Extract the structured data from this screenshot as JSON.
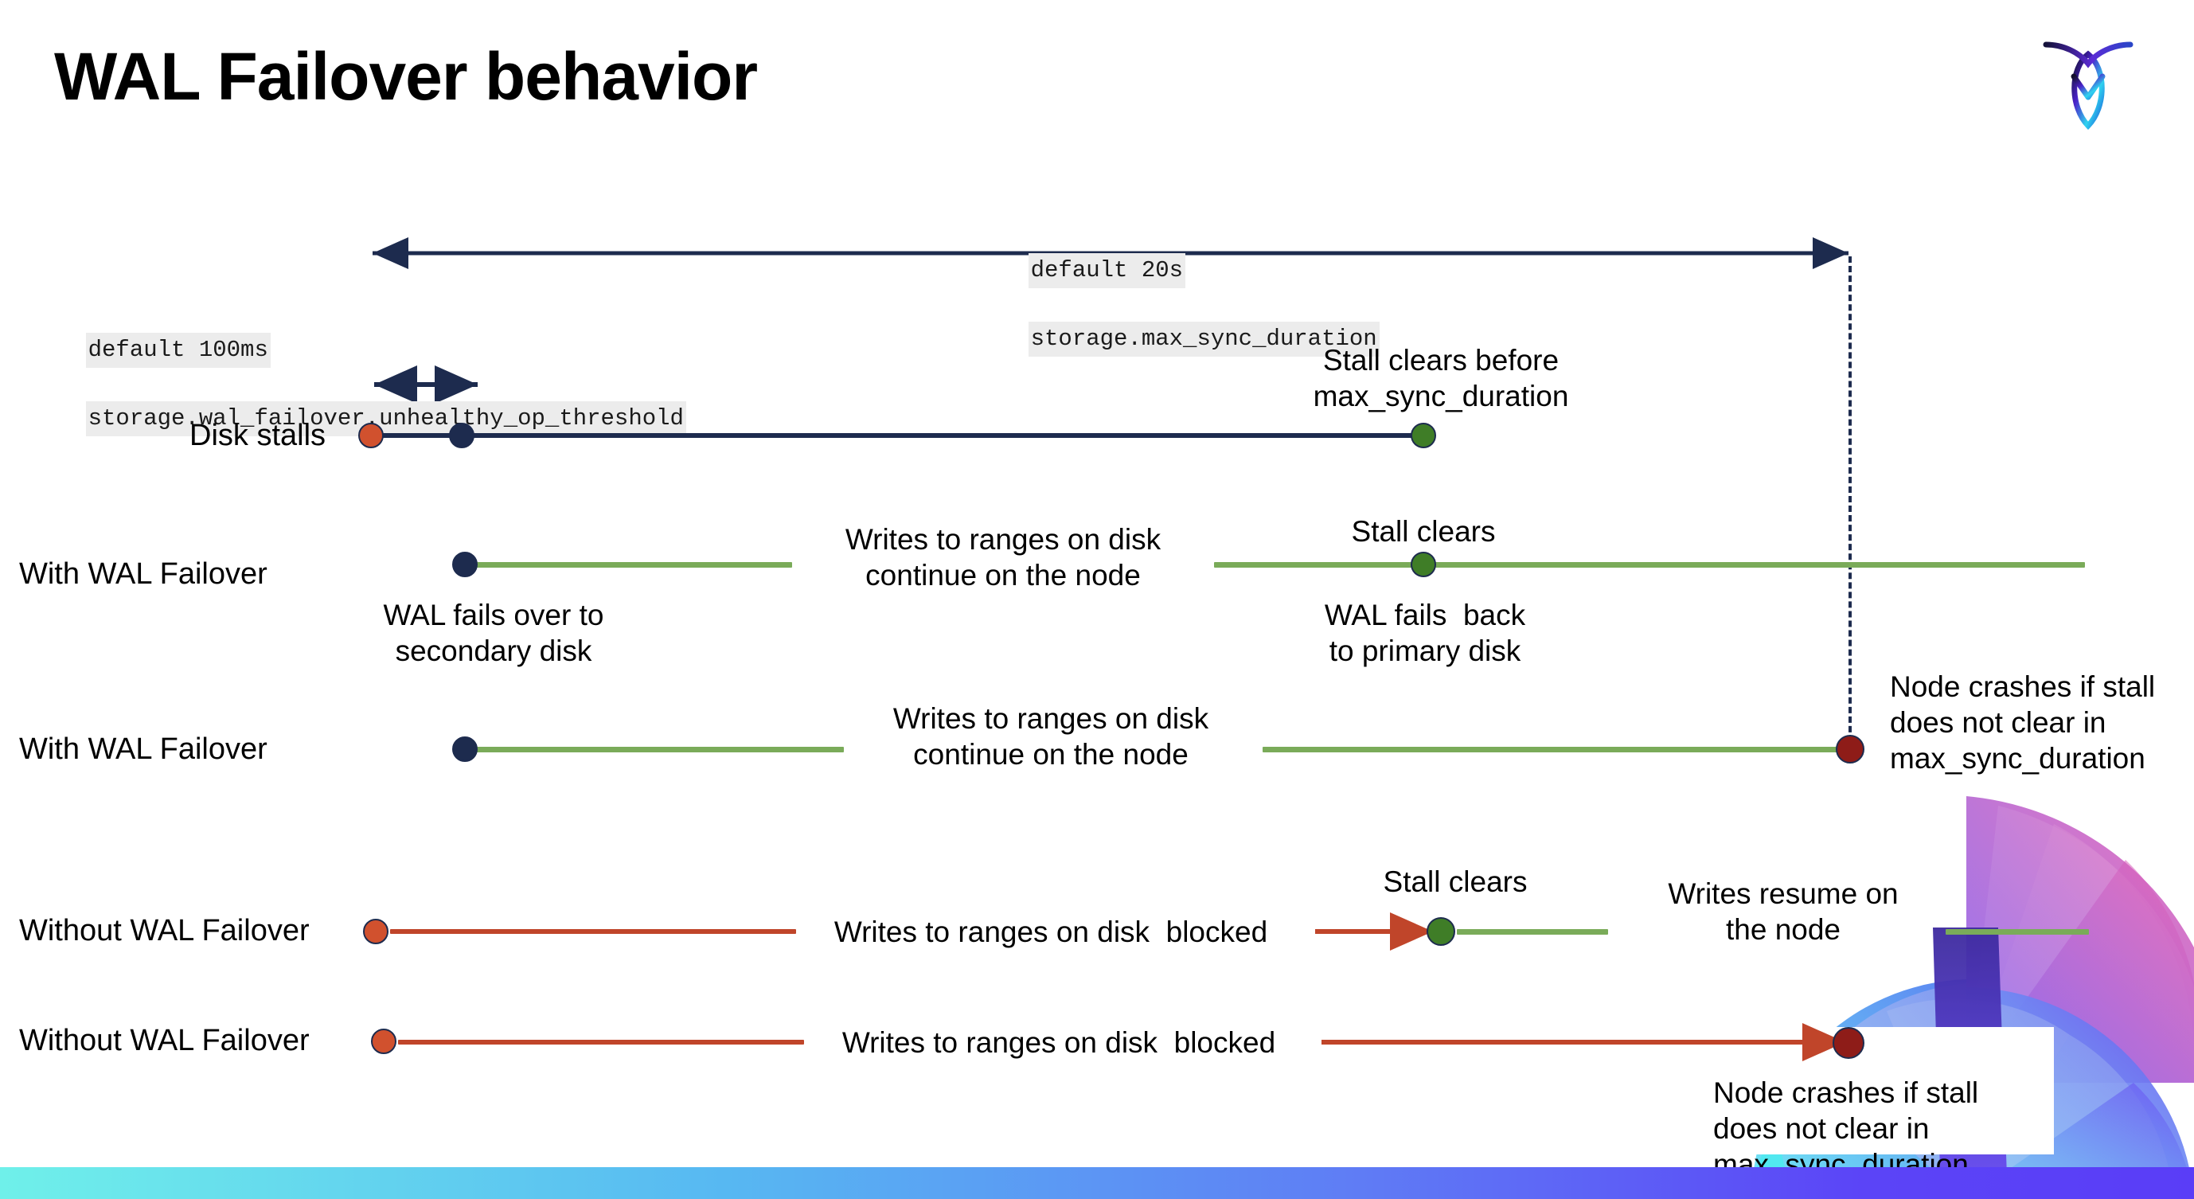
{
  "slide": {
    "title": "WAL Failover behavior",
    "logo_name": "cockroachdb-logo"
  },
  "annotations": {
    "max_sync": {
      "default": "default 20s",
      "setting": "storage.max_sync_duration"
    },
    "unhealthy": {
      "default": "default 100ms",
      "setting": "storage.wal_failover.unhealthy_op_threshold"
    }
  },
  "rows": [
    {
      "label": "Disk stalls",
      "notes": [
        "Stall clears before\nmax_sync_duration"
      ]
    },
    {
      "label": "With WAL Failover",
      "notes": [
        "Writes to ranges on disk\ncontinue on the node",
        "Stall clears",
        "WAL fails  back\nto primary disk",
        "WAL fails over to\nsecondary disk"
      ]
    },
    {
      "label": "With WAL Failover",
      "notes": [
        "Writes to ranges on disk\ncontinue on the node",
        "Node crashes if stall\ndoes not clear in\nmax_sync_duration"
      ]
    },
    {
      "label": "Without WAL Failover",
      "notes": [
        "Writes to ranges on disk  blocked",
        "Stall clears",
        "Writes resume on\nthe node"
      ]
    },
    {
      "label": "Without WAL Failover",
      "notes": [
        "Writes to ranges on disk  blocked",
        "Node crashes if stall\ndoes not clear in\nmax_sync_duration"
      ]
    }
  ],
  "colors": {
    "navy": "#1d2b4e",
    "green_line": "#7aab59",
    "green_dot": "#3f7d27",
    "orange_dot": "#d1512e",
    "red_line": "#c0452a",
    "dark_red_dot": "#8e1c18",
    "code_chip_bg": "#ececec",
    "bottom_bar_from": "#6ff0ea",
    "bottom_bar_to": "#5b44f7"
  }
}
